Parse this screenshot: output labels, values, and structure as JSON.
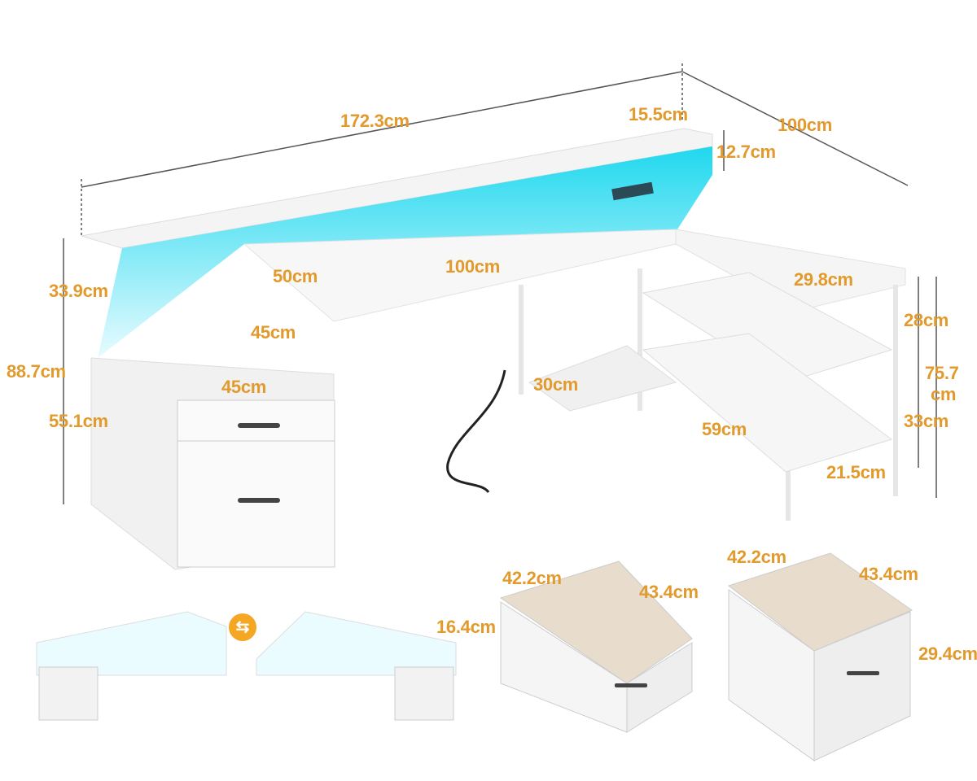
{
  "image": {
    "subject": "L-shaped desk with LED hutch, file drawers and side shelves - dimension diagram",
    "label_color": "#e39a2c",
    "line_color": "#555555",
    "led_color": "#28e0f0"
  },
  "dimensions": {
    "overall_length": "172.3cm",
    "overall_depth": "100cm",
    "hutch_depth": "15.5cm",
    "hutch_height": "12.7cm",
    "monitor_shelf_height": "33.9cm",
    "overall_height": "88.7cm",
    "drawer_cabinet_height": "55.1cm",
    "desktop_width": "100cm",
    "desktop_depth": "50cm",
    "cabinet_top_depth": "45cm",
    "cabinet_top_width": "45cm",
    "side_top_depth": "29.8cm",
    "shelf_gap_upper": "28cm",
    "side_height_value": "75.7",
    "side_height_unit": "cm",
    "shelf_gap_lower": "33cm",
    "floor_shelf_depth": "30cm",
    "side_shelf_length": "59cm",
    "bottom_clearance": "21.5cm"
  },
  "drawers": {
    "small": {
      "width": "42.2cm",
      "depth": "43.4cm",
      "height": "16.4cm"
    },
    "large": {
      "width": "42.2cm",
      "depth": "43.4cm",
      "height": "29.4cm"
    }
  },
  "reversible": {
    "icon": "swap-arrows-icon",
    "glyph": "⇆"
  }
}
